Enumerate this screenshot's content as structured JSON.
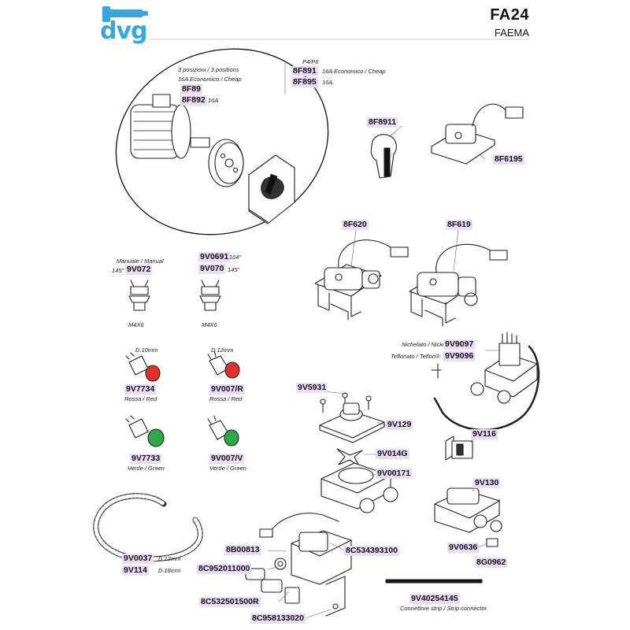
{
  "header": {
    "logo": "dvg",
    "model": "FA24",
    "brand": "FAEMA"
  },
  "parts": {
    "switch_positions": "3 posizioni / 3 positions",
    "switch_cheap_note": "16A Economico / Cheap",
    "code_8F89": "8F89",
    "code_8F892": "8F892",
    "note_16A_a": "16A",
    "p4p6": "P4/P6",
    "code_8F891": "8F891",
    "note_8F891": "16A Economico / Cheap",
    "code_8F895": "8F895",
    "note_16A_b": "16A",
    "code_8F8911": "8F8911",
    "code_8F6195": "8F6195",
    "code_8F620": "8F620",
    "code_8F619": "8F619",
    "manual_note": "Manuale / Manual",
    "deg145_a": "145°",
    "code_9V072": "9V072",
    "m4x6_a": "M4X6",
    "code_9V0691": "9V0691",
    "deg104": "104°",
    "code_9V070": "9V070",
    "deg145_b": "145°",
    "m4x6_b": "M4X6",
    "d10": "D.10mm",
    "code_9V7734": "9V7734",
    "red_a": "Rossa / Red",
    "d12": "D.12mm",
    "code_9V007R": "9V007/R",
    "red_b": "Rossa / Red",
    "code_9V7733": "9V7733",
    "green_a": "Verde / Green",
    "code_9V007V": "9V007/V",
    "green_b": "Verde / Green",
    "nickel_note": "Nichelato / Nickel",
    "code_9V9097": "9V9097",
    "teflon_note": "Teflonato / Teflon®",
    "code_9V9096": "9V9096",
    "code_9V5931": "9V5931",
    "code_9V129": "9V129",
    "code_9V116": "9V116",
    "code_9V014G": "9V014G",
    "code_9V00171": "9V00171",
    "code_9V130": "9V130",
    "code_9V0037": "9V0037",
    "d12_hose": "D.12mm",
    "code_9V114": "9V114",
    "d18_hose": "D.18mm",
    "code_8B00813": "8B00813",
    "code_8C534393100": "8C534393100",
    "code_8C952011000": "8C952011000",
    "code_9V0636": "9V0636",
    "code_8G0962": "8G0962",
    "code_8C532501500R": "8C532501500R",
    "code_9V40254145": "9V40254145",
    "strip_note": "Connettore strip / Strip connector",
    "code_8C958133020": "8C958133020"
  },
  "colors": {
    "logo_blue": "#3aa6dc",
    "code_highlight": "#e9dcf6",
    "lamp_red": "#e03030",
    "lamp_green": "#2fa84a"
  }
}
